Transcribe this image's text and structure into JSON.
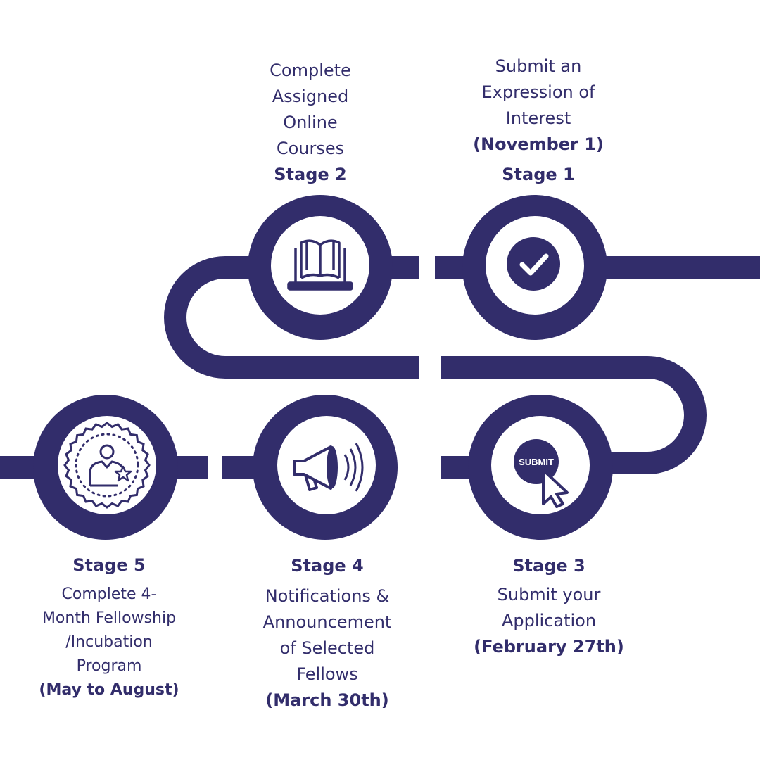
{
  "stages": [
    {
      "label": "Stage 1",
      "description": [
        "Submit an",
        "Expression of",
        "Interest"
      ],
      "date": "(November 1)",
      "icon": "checkmark-icon"
    },
    {
      "label": "Stage 2",
      "description": [
        "Complete",
        "Assigned",
        "Online",
        "Courses"
      ],
      "date": "",
      "icon": "book-laptop-icon"
    },
    {
      "label": "Stage 3",
      "description": [
        "Submit your",
        "Application"
      ],
      "date": "(February 27th)",
      "icon": "submit-cursor-icon",
      "icon_text": "SUBMIT"
    },
    {
      "label": "Stage 4",
      "description": [
        "Notifications &",
        "Announcement",
        "of Selected",
        "Fellows"
      ],
      "date": "(March 30th)",
      "icon": "megaphone-icon"
    },
    {
      "label": "Stage 5",
      "description": [
        "Complete  4-",
        "Month Fellowship",
        "/Incubation",
        "Program"
      ],
      "date": "(May to August)",
      "icon": "fellow-badge-icon"
    }
  ],
  "colors": {
    "path": "#322d6b",
    "background": "#ffffff"
  }
}
